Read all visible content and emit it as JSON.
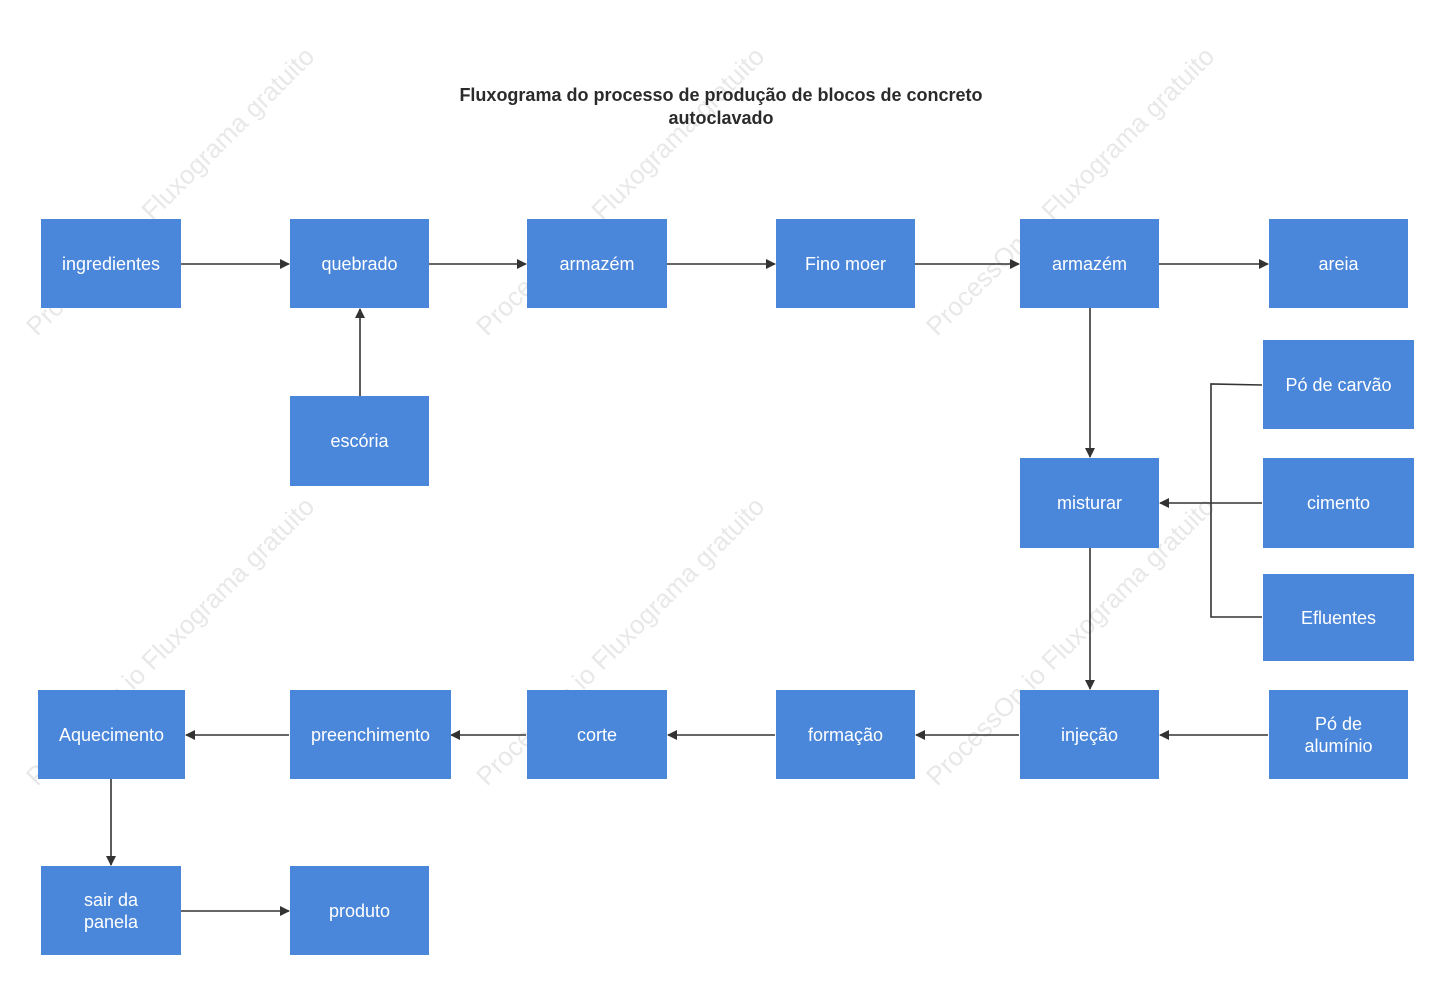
{
  "title": "Fluxograma do processo de produção de blocos de concreto autoclavado",
  "watermark": "ProcessOn.io Fluxograma gratuito",
  "colors": {
    "node_fill": "#4a86da",
    "node_text": "#ffffff",
    "edge": "#333333",
    "background": "#ffffff"
  },
  "nodes": {
    "ingredientes": "ingredientes",
    "quebrado": "quebrado",
    "armazem1": "armazém",
    "fino_moer": "Fino moer",
    "armazem2": "armazém",
    "areia": "areia",
    "escoria": "escória",
    "po_carvao": "Pó de carvão",
    "misturar": "misturar",
    "cimento": "cimento",
    "efluentes": "Efluentes",
    "aquecimento": "Aquecimento",
    "preenchimento": "preenchimento",
    "corte": "corte",
    "formacao": "formação",
    "injecao": "injeção",
    "po_aluminio": "Pó de alumínio",
    "sair_panela": "sair da panela",
    "produto": "produto"
  }
}
